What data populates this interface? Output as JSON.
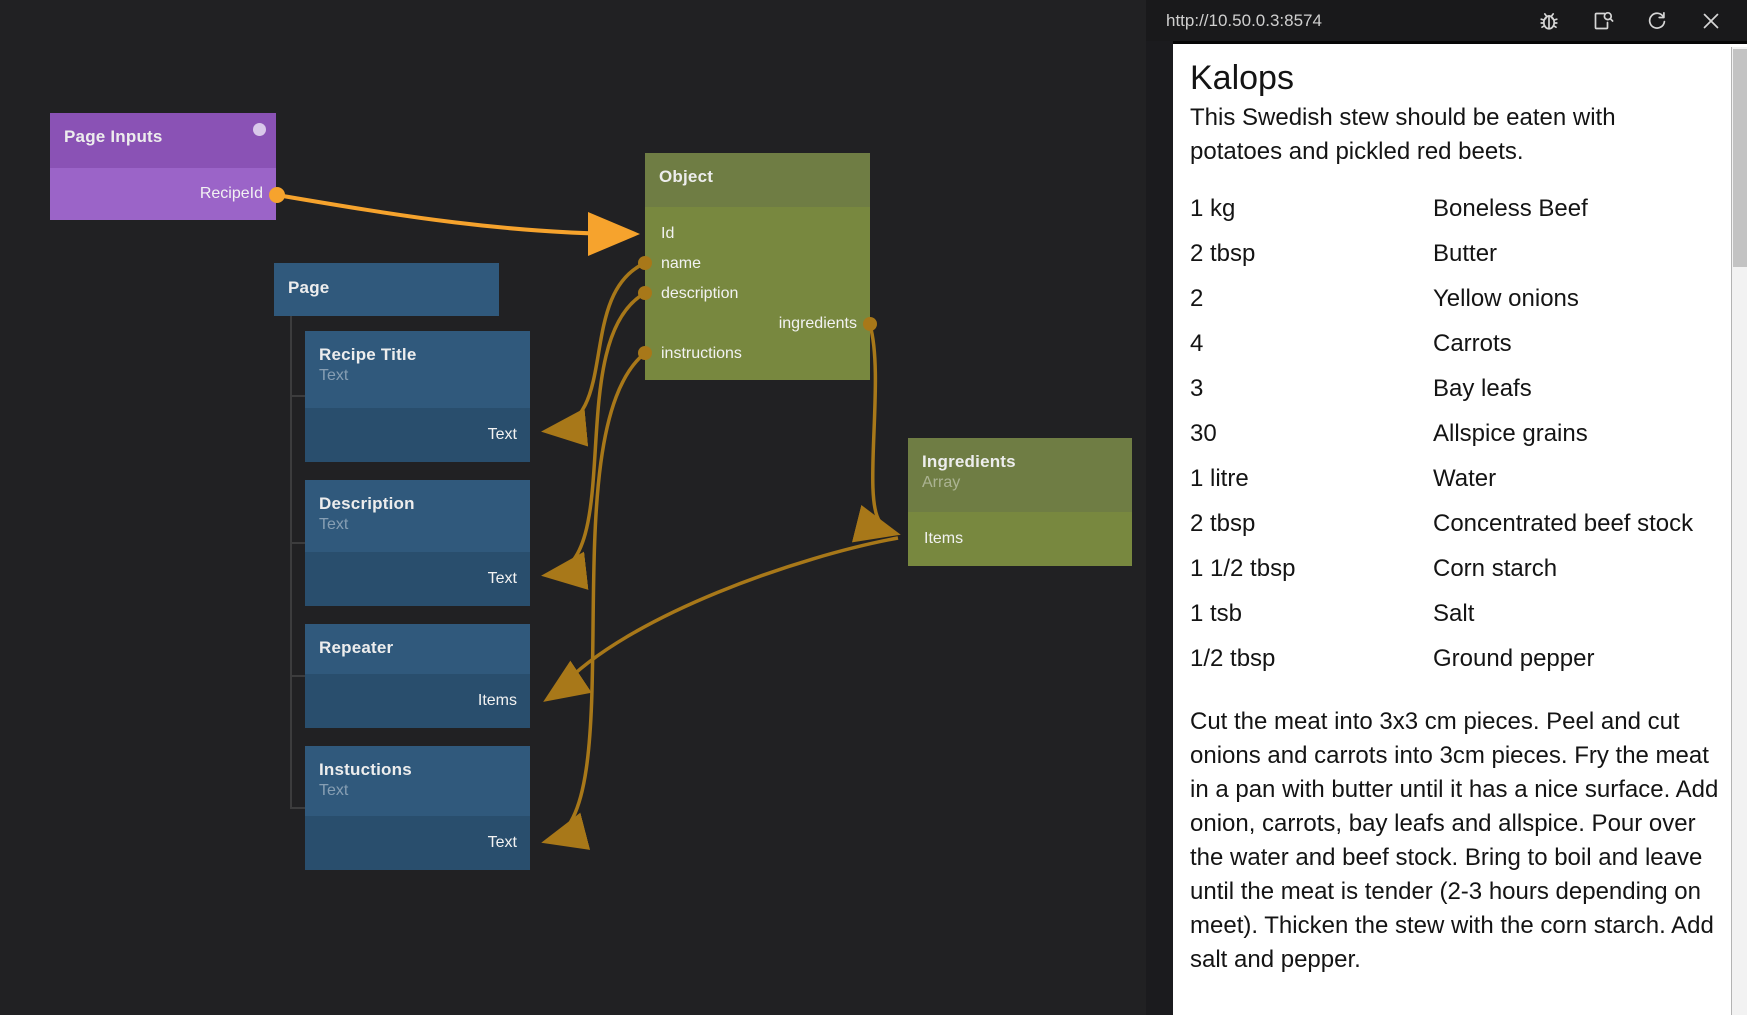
{
  "canvas": {
    "page_inputs": {
      "title": "Page Inputs",
      "port": "RecipeId"
    },
    "page": {
      "title": "Page"
    },
    "object": {
      "title": "Object",
      "port_id": "Id",
      "port_name": "name",
      "port_description": "description",
      "port_ingredients": "ingredients",
      "port_instructions": "instructions"
    },
    "recipe_title": {
      "title": "Recipe Title",
      "subtitle": "Text",
      "port": "Text"
    },
    "description_node": {
      "title": "Description",
      "subtitle": "Text",
      "port": "Text"
    },
    "repeater": {
      "title": "Repeater",
      "port": "Items"
    },
    "instuctions_node": {
      "title": "Instuctions",
      "subtitle": "Text",
      "port": "Text"
    },
    "ingredients_node": {
      "title": "Ingredients",
      "subtitle": "Array",
      "port": "Items"
    }
  },
  "preview": {
    "url": "http://10.50.0.3:8574",
    "icons": {
      "debug": "debug-bug",
      "open": "open-preview",
      "refresh": "refresh",
      "close": "close"
    },
    "recipe": {
      "title": "Kalops",
      "description": "This Swedish stew should be eaten with potatoes and pickled red beets.",
      "ingredients": [
        {
          "amount": "1 kg",
          "name": "Boneless Beef"
        },
        {
          "amount": "2 tbsp",
          "name": "Butter"
        },
        {
          "amount": "2",
          "name": "Yellow onions"
        },
        {
          "amount": "4",
          "name": "Carrots"
        },
        {
          "amount": "3",
          "name": "Bay leafs"
        },
        {
          "amount": "30",
          "name": "Allspice grains"
        },
        {
          "amount": "1 litre",
          "name": "Water"
        },
        {
          "amount": "2 tbsp",
          "name": "Concentrated beef stock"
        },
        {
          "amount": "1 1/2 tbsp",
          "name": "Corn starch"
        },
        {
          "amount": "1 tsb",
          "name": "Salt"
        },
        {
          "amount": "1/2 tbsp",
          "name": "Ground pepper"
        }
      ],
      "instructions": "Cut the meat into 3x3 cm pieces. Peel and cut onions and carrots into 3cm pieces. Fry the meat in a pan with butter until it has a nice surface. Add onion, carrots, bay leafs and allspice. Pour over the water and beef stock. Bring to boil and leave until the meat is tender (2-3 hours depending on meet). Thicken the stew with the corn starch. Add salt and pepper."
    }
  },
  "colors": {
    "connection": "#a87819",
    "connection_active": "#f6a32d",
    "node_purple": "#8a52b5",
    "node_blue": "#30597c",
    "node_green": "#6f7d44",
    "canvas_bg": "#212123"
  }
}
